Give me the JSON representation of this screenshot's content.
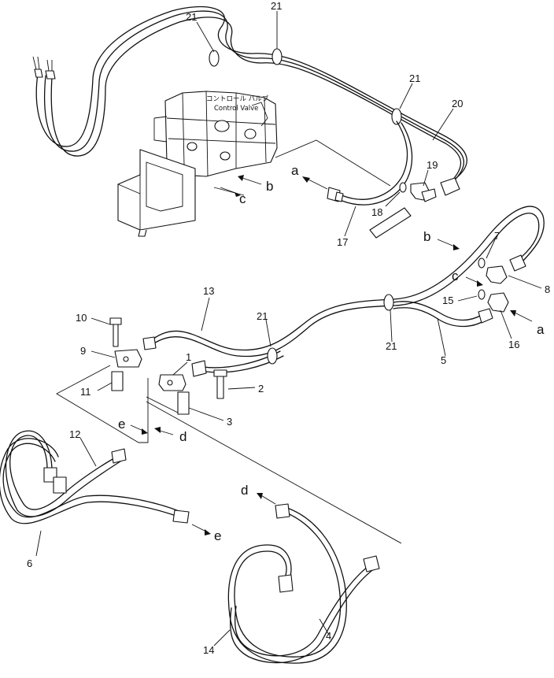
{
  "valve_label": {
    "japanese": "コントロール バルブ",
    "english": "Control Valve"
  },
  "callouts": {
    "c1": "1",
    "c2": "2",
    "c3": "3",
    "c4": "4",
    "c5": "5",
    "c6": "6",
    "c7": "7",
    "c8": "8",
    "c9": "9",
    "c10": "10",
    "c11": "11",
    "c12": "12",
    "c13": "13",
    "c14": "14",
    "c15": "15",
    "c16": "16",
    "c17": "17",
    "c18": "18",
    "c19": "19",
    "c20": "20",
    "c21a": "21",
    "c21b": "21",
    "c21c": "21",
    "c21d": "21",
    "c21e": "21"
  },
  "connections": {
    "a1": "a",
    "a2": "a",
    "b1": "b",
    "b2": "b",
    "c1": "c",
    "c2": "c",
    "d1": "d",
    "d2": "d",
    "e1": "e",
    "e2": "e"
  }
}
